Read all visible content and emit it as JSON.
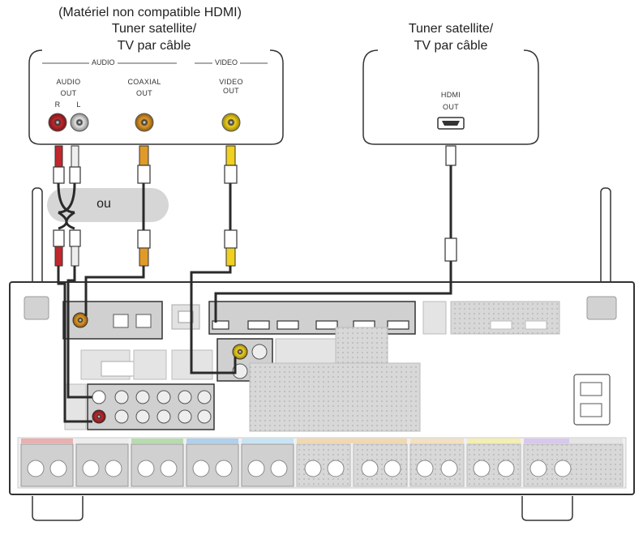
{
  "left_device": {
    "note": "(Matériel non compatible HDMI)",
    "title_line1": "Tuner satellite/",
    "title_line2": "TV par câble",
    "group_audio": "AUDIO",
    "group_video": "VIDEO",
    "audio_out_label1": "AUDIO",
    "audio_out_label2": "OUT",
    "r_label": "R",
    "l_label": "L",
    "coaxial_label1": "COAXIAL",
    "coaxial_label2": "OUT",
    "video_label1": "VIDEO",
    "video_label2": "OUT"
  },
  "right_device": {
    "title_line1": "Tuner satellite/",
    "title_line2": "TV par câble",
    "hdmi_label1": "HDMI",
    "hdmi_label2": "OUT"
  },
  "or_label": "ou",
  "colors": {
    "red_connector": "#c0282d",
    "white_connector": "#d9d9d9",
    "orange_connector": "#e09a2a",
    "yellow_connector": "#f0d020",
    "cable": "#2a2a2a",
    "panel_outline": "#333333",
    "receiver_gray": "#d2d2d2"
  }
}
